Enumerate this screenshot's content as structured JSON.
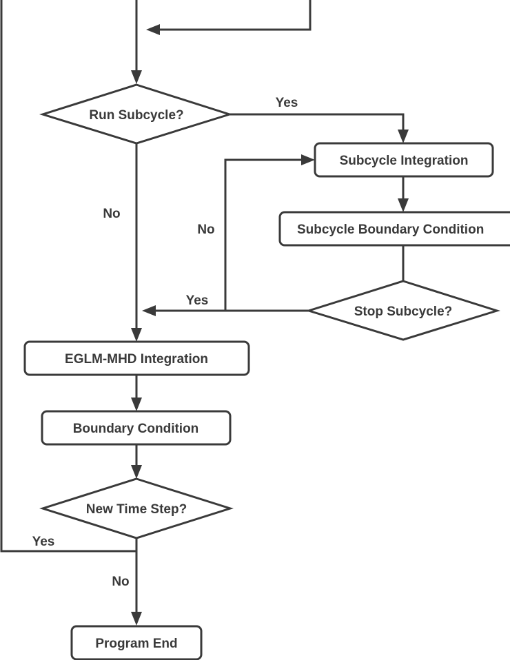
{
  "nodes": {
    "run_subcycle": "Run Subcycle?",
    "subcycle_integration": "Subcycle Integration",
    "subcycle_boundary": "Subcycle Boundary Condition",
    "stop_subcycle": "Stop Subcycle?",
    "eglm_integration": "EGLM-MHD Integration",
    "boundary_condition": "Boundary Condition",
    "new_time_step": "New Time Step?",
    "program_end": "Program End"
  },
  "edge_labels": {
    "run_yes": "Yes",
    "run_no": "No",
    "stop_no": "No",
    "stop_yes": "Yes",
    "time_yes": "Yes",
    "time_no": "No"
  },
  "colors": {
    "stroke": "#3a3a3a",
    "fill": "#ffffff",
    "background": "#ffffff"
  }
}
